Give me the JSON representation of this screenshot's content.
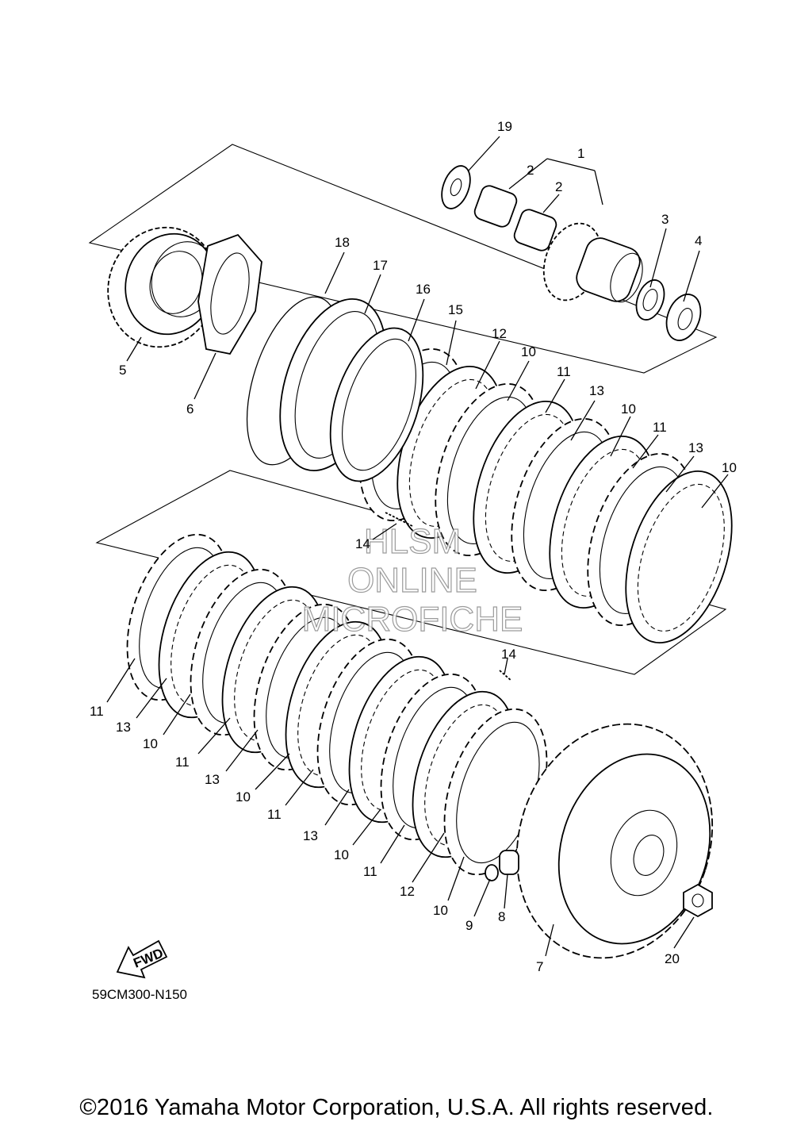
{
  "diagram_code": "59CM300-N150",
  "copyright": "©2016 Yamaha Motor Corporation, U.S.A. All rights reserved.",
  "fwd_label": "FWD",
  "watermark": [
    "HLSM",
    "ONLINE",
    "MICROFICHE"
  ],
  "callouts": [
    {
      "id": "c19a",
      "text": "19"
    },
    {
      "id": "c1",
      "text": "1"
    },
    {
      "id": "c2a",
      "text": "2"
    },
    {
      "id": "c2b",
      "text": "2"
    },
    {
      "id": "c3",
      "text": "3"
    },
    {
      "id": "c4",
      "text": "4"
    },
    {
      "id": "c18",
      "text": "18"
    },
    {
      "id": "c17",
      "text": "17"
    },
    {
      "id": "c16",
      "text": "16"
    },
    {
      "id": "c15",
      "text": "15"
    },
    {
      "id": "c12a",
      "text": "12"
    },
    {
      "id": "c10a",
      "text": "10"
    },
    {
      "id": "c11a",
      "text": "11"
    },
    {
      "id": "c13a",
      "text": "13"
    },
    {
      "id": "c10b",
      "text": "10"
    },
    {
      "id": "c11b",
      "text": "11"
    },
    {
      "id": "c13b",
      "text": "13"
    },
    {
      "id": "c10c",
      "text": "10"
    },
    {
      "id": "c5",
      "text": "5"
    },
    {
      "id": "c6",
      "text": "6"
    },
    {
      "id": "c14a",
      "text": "14"
    },
    {
      "id": "c14b",
      "text": "14"
    },
    {
      "id": "c11c",
      "text": "11"
    },
    {
      "id": "c13c",
      "text": "13"
    },
    {
      "id": "c10d",
      "text": "10"
    },
    {
      "id": "c11d",
      "text": "11"
    },
    {
      "id": "c13d",
      "text": "13"
    },
    {
      "id": "c10e",
      "text": "10"
    },
    {
      "id": "c11e",
      "text": "11"
    },
    {
      "id": "c13e",
      "text": "13"
    },
    {
      "id": "c10f",
      "text": "10"
    },
    {
      "id": "c11f",
      "text": "11"
    },
    {
      "id": "c12b",
      "text": "12"
    },
    {
      "id": "c10g",
      "text": "10"
    },
    {
      "id": "c9",
      "text": "9"
    },
    {
      "id": "c8",
      "text": "8"
    },
    {
      "id": "c7",
      "text": "7"
    },
    {
      "id": "c20",
      "text": "20"
    }
  ]
}
